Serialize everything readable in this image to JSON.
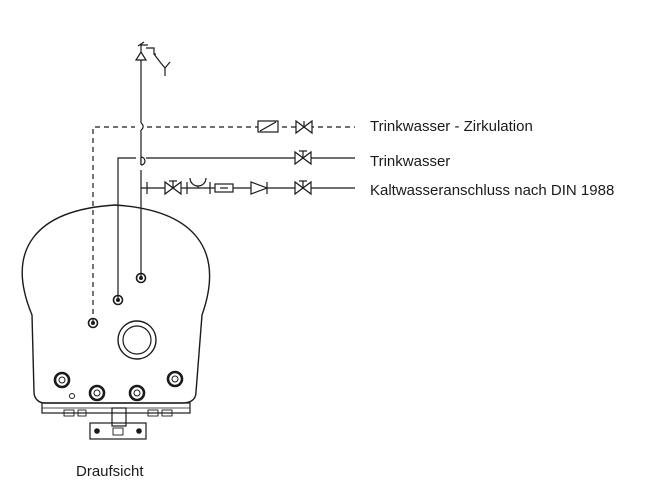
{
  "labels": {
    "circulation": "Trinkwasser - Zirkulation",
    "drinking_water": "Trinkwasser",
    "cold_water": "Kaltwasseranschluss nach DIN 1988",
    "view": "Draufsicht"
  },
  "colors": {
    "line": "#1a1a1a",
    "background": "#ffffff"
  },
  "icons": [
    "safety-valve-icon",
    "drain-funnel-icon",
    "gate-valve-icon",
    "check-valve-icon",
    "pressure-reducer-icon",
    "circulation-pump-icon"
  ]
}
